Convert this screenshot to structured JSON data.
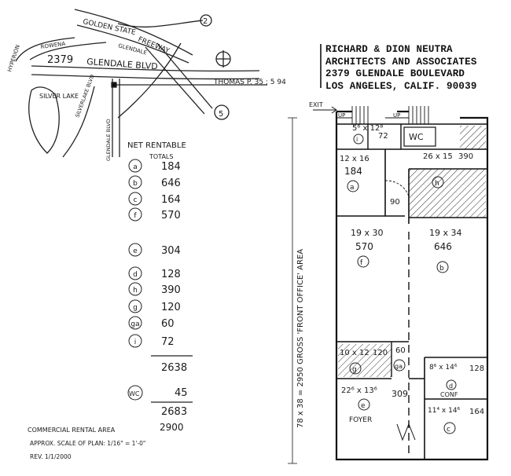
{
  "firm": {
    "line1": "RICHARD & DION NEUTRA",
    "line2": "ARCHITECTS AND ASSOCIATES",
    "line3": "2379 GLENDALE BOULEVARD",
    "line4": "LOS ANGELES, CALIF. 90039"
  },
  "map": {
    "street_golden_state": "GOLDEN STATE",
    "street_freeway": "FREEWAY",
    "freeway_number": "5",
    "route_number": "2",
    "street_glendale_blvd": "GLENDALE BLVD",
    "address_number": "2379",
    "street_hyperion": "HYPERION",
    "street_rowena": "ROWENA",
    "street_glendale_small": "GLENDALE",
    "lake": "SILVER LAKE",
    "street_silverlake_blvd": "SILVERLAKE BLVD",
    "street_glendale_blvd2": "GLENDALE BLVD",
    "thomas_ref": "THOMAS P. 35 ; 5 94"
  },
  "table": {
    "heading1": "NET RENTABLE",
    "heading2": "TOTALS",
    "rows": [
      {
        "key": "a",
        "value": "184"
      },
      {
        "key": "b",
        "value": "646"
      },
      {
        "key": "c",
        "value": "164"
      },
      {
        "key": "f",
        "value": "570"
      },
      {
        "key": "e",
        "value": "304"
      },
      {
        "key": "d",
        "value": "128"
      },
      {
        "key": "h",
        "value": "390"
      },
      {
        "key": "g",
        "value": "120"
      },
      {
        "key": "ga",
        "value": "60"
      },
      {
        "key": "i",
        "value": "72"
      }
    ],
    "subtotal": "2638",
    "wc_key": "WC",
    "wc_value": "45",
    "total": "2683",
    "commercial_label": "COMMERCIAL RENTAL AREA",
    "commercial_value": "2900",
    "scale_note": "APPROX. SCALE OF PLAN: 1/16\" = 1'-0\"",
    "rev_note": "REV. 1/1/2000"
  },
  "plan": {
    "gross_label": "78 x 38 = 2950 GROSS 'FRONT OFFICE' AREA",
    "exit": "EXIT",
    "up1": "UP",
    "up2": "UP",
    "room_i_dim": "5⁶ x 12⁸",
    "room_i_area": "72",
    "room_i_key": "i",
    "wc": "WC",
    "room_a_dim": "12 x 16",
    "room_a_area": "184",
    "room_a_key": "a",
    "room_h_dim": "26 x 15",
    "room_h_area": "390",
    "room_h_key": "h",
    "door_90": "90",
    "room_f_dim": "19 x 30",
    "room_f_area": "570",
    "room_f_key": "f",
    "room_b_dim": "19 x 34",
    "room_b_area": "646",
    "room_b_key": "b",
    "room_g_dim": "10 x 12",
    "room_g_area": "120",
    "room_g_key": "g",
    "room_ga_area": "60",
    "room_ga_key": "ga",
    "room_d_dim": "8⁶ x 14⁶",
    "room_d_area": "128",
    "room_d_key": "d",
    "room_d_name": "CONF",
    "room_e_dim": "22⁶ x 13⁶",
    "room_e_area": "309",
    "room_e_key": "e",
    "room_e_name": "FOYER",
    "room_c_dim": "11⁴ x 14⁶",
    "room_c_area": "164",
    "room_c_key": "c"
  }
}
